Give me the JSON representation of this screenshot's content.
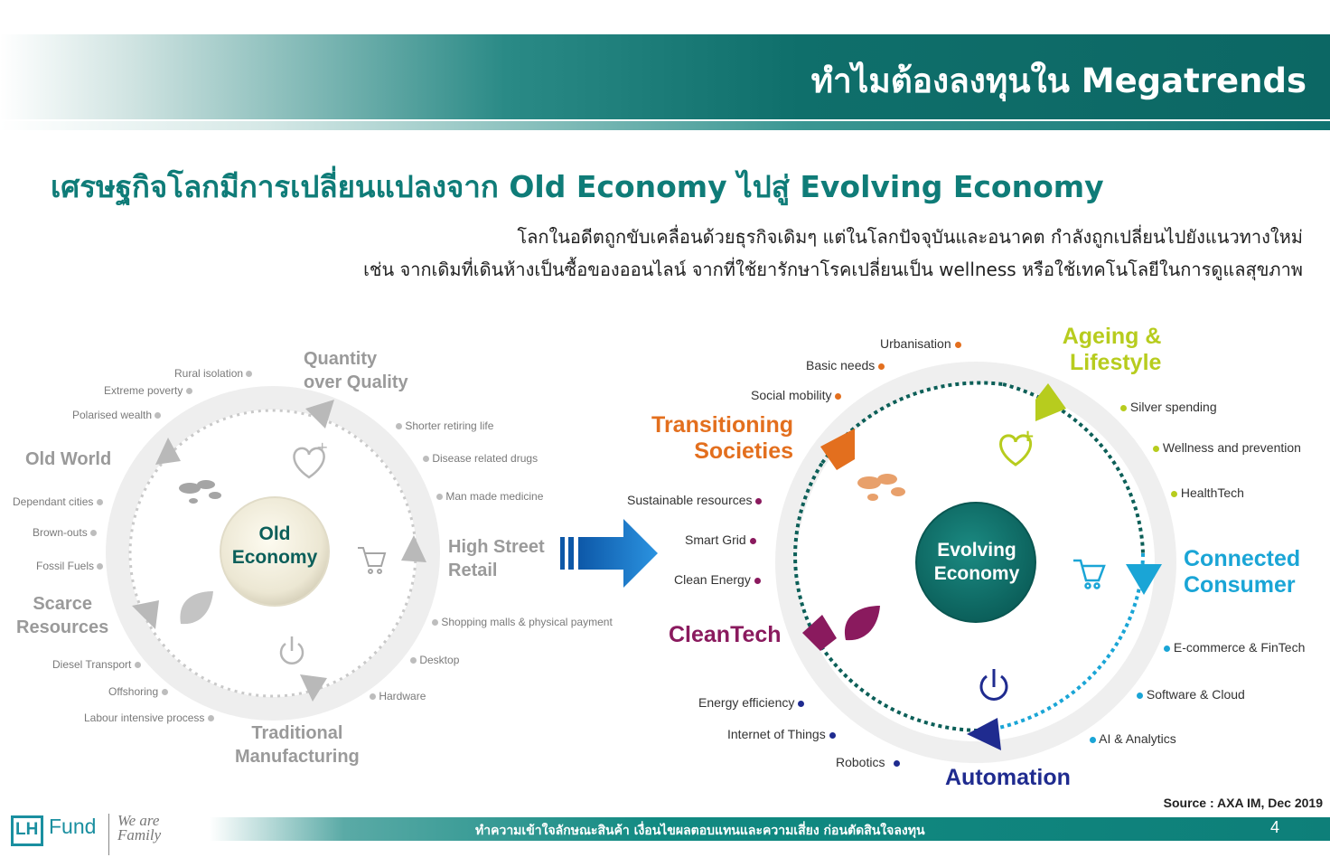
{
  "header": {
    "title": "ทำไมต้องลงทุนใน Megatrends"
  },
  "headline": "เศรษฐกิจโลกมีการเปลี่ยนแปลงจาก Old Economy ไปสู่ Evolving Economy",
  "subtext": {
    "line1": "โลกในอดีตถูกขับเคลื่อนด้วยธุรกิจเดิมๆ แต่ในโลกปัจจุบันและอนาคต กำลังถูกเปลี่ยนไปยังแนวทางใหม่",
    "line2": "เช่น จากเดิมที่เดินห้างเป็นซื้อของออนไลน์ จากที่ใช้ยารักษาโรคเปลี่ยนเป็น wellness หรือใช้เทคโนโลยีในการดูแลสุขภาพ"
  },
  "old_economy": {
    "center_line1": "Old",
    "center_line2": "Economy",
    "themes": {
      "quantity": [
        "Quantity",
        "over Quality"
      ],
      "high_street": [
        "High Street",
        "Retail"
      ],
      "traditional": [
        "Traditional",
        "Manufacturing"
      ],
      "scarce": [
        "Scarce",
        "Resources"
      ],
      "old_world": [
        "Old World"
      ]
    },
    "items": {
      "rural": "Rural isolation",
      "poverty": "Extreme poverty",
      "polarised": "Polarised wealth",
      "dependant": "Dependant cities",
      "brownouts": "Brown-outs",
      "fossil": "Fossil Fuels",
      "diesel": "Diesel Transport",
      "offshoring": "Offshoring",
      "labour": "Labour intensive process",
      "retiring": "Shorter retiring life",
      "disease": "Disease related drugs",
      "manmade": "Man made medicine",
      "malls": "Shopping malls & physical payment",
      "desktop": "Desktop",
      "hardware": "Hardware"
    }
  },
  "evolving_economy": {
    "center_line1": "Evolving",
    "center_line2": "Economy",
    "themes": {
      "ageing": [
        "Ageing &",
        "Lifestyle"
      ],
      "connected": [
        "Connected",
        "Consumer"
      ],
      "automation": [
        "Automation"
      ],
      "cleantech": [
        "CleanTech"
      ],
      "transitioning": [
        "Transitioning",
        "Societies"
      ]
    },
    "items": {
      "urbanisation": "Urbanisation",
      "basic": "Basic needs",
      "social": "Social mobility",
      "silver": "Silver spending",
      "wellness": "Wellness and prevention",
      "healthtech": "HealthTech",
      "sustainable": "Sustainable resources",
      "smartgrid": "Smart Grid",
      "cleanenergy": "Clean Energy",
      "ecommerce": "E-commerce & FinTech",
      "software": "Software & Cloud",
      "ai": "AI & Analytics",
      "energy_eff": "Energy efficiency",
      "iot": "Internet of Things",
      "robotics": "Robotics"
    }
  },
  "colors": {
    "teal": "#0f7c78",
    "orange": "#e36f1e",
    "lime": "#b7cc1e",
    "cyan": "#1aa5d6",
    "navy": "#1f2b8f",
    "purple": "#8a1a5e",
    "gray": "#9a9a9a"
  },
  "source": "Source : AXA IM, Dec 2019",
  "footer": {
    "logo_fund": "Fund",
    "logo_lh": "LH",
    "logo_we": "We are Family",
    "tagline": "ทำความเข้าใจลักษณะสินค้า เงื่อนไขผลตอบแทนและความเสี่ยง ก่อนตัดสินใจลงทุน",
    "page": "4"
  }
}
